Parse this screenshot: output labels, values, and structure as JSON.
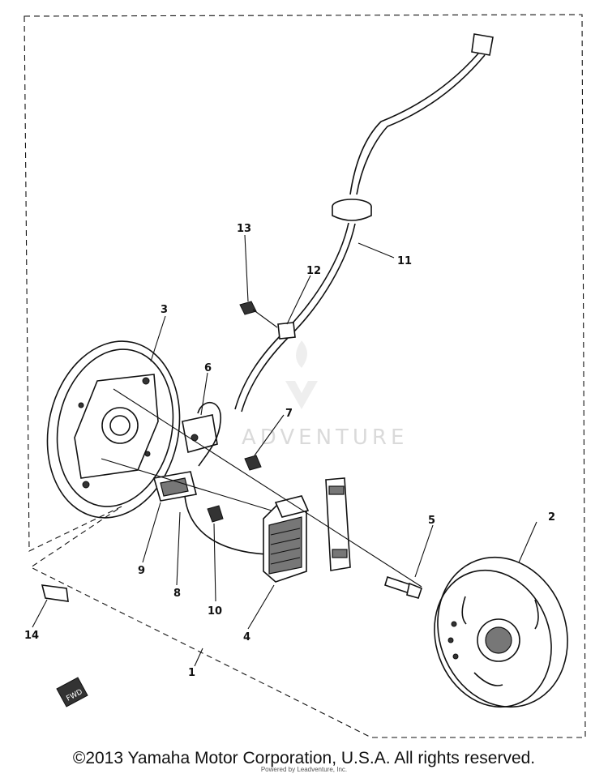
{
  "callouts": {
    "c1": "1",
    "c2": "2",
    "c3": "3",
    "c4": "4",
    "c5": "5",
    "c6": "6",
    "c7": "7",
    "c8": "8",
    "c9": "9",
    "c10": "10",
    "c11": "11",
    "c12": "12",
    "c13": "13",
    "c14": "14"
  },
  "fwd_tag": "FWD",
  "watermark": "ADVENTURE",
  "copyright": "©2013 Yamaha Motor Corporation, U.S.A. All rights reserved.",
  "credit": "Powered by Leadventure, Inc."
}
